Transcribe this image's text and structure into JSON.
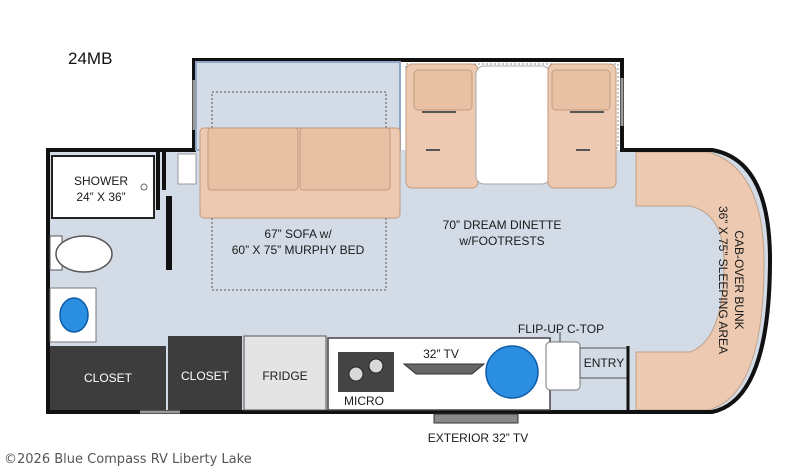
{
  "model": "24MB",
  "labels": {
    "shower_line1": "SHOWER",
    "shower_line2": "24” X 36”",
    "sofa_line1": "67” SOFA w/",
    "sofa_line2": "60” X 75” MURPHY BED",
    "dinette_line1": "70” DREAM DINETTE",
    "dinette_line2": "w/FOOTRESTS",
    "cabover_line1": "CAB-OVER BUNK",
    "cabover_line2": "36” X 75” SLEEPING AREA",
    "flipup": "FLIP-UP C-TOP",
    "tv_interior": "32” TV",
    "entry": "ENTRY",
    "micro": "MICRO",
    "closet_1": "CLOSET",
    "closet_2": "CLOSET",
    "fridge": "FRIDGE",
    "exterior_tv": "EXTERIOR 32” TV"
  },
  "colors": {
    "floor": "#d3dbe6",
    "wall": "#111111",
    "upholstery": "#ecc9b0",
    "closet": "#3d3d3d",
    "fridge": "#e4e4e4",
    "sink": "#2a8fe0"
  },
  "copyright": "©2026 Blue Compass RV Liberty Lake"
}
